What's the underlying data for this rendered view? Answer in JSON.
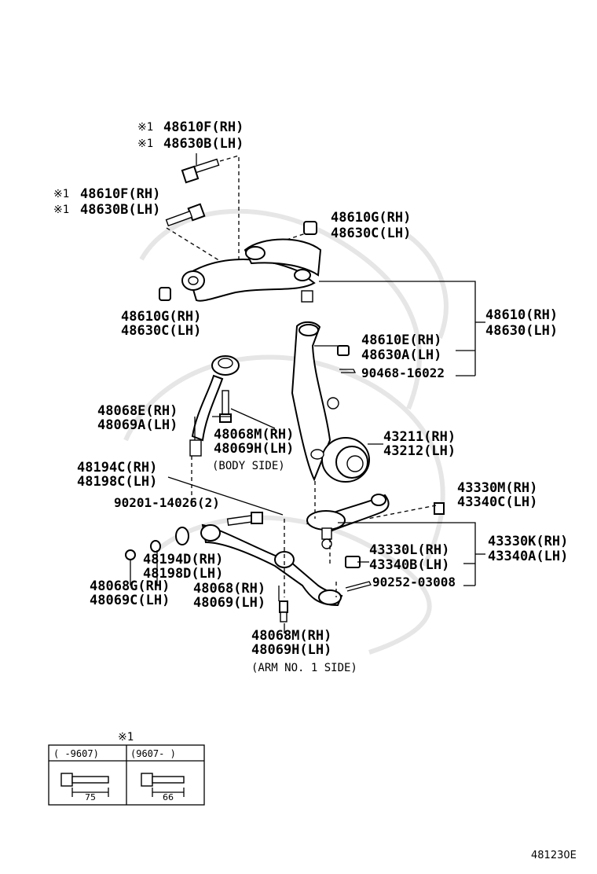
{
  "labels": {
    "bolt_a_note": "※1",
    "bolt_a_rh": "48610F(RH)",
    "bolt_a_lh": "48630B(LH)",
    "bolt_b_note": "※1",
    "bolt_b_rh": "48610F(RH)",
    "bolt_b_lh": "48630B(LH)",
    "bushing_top_rh": "48610G(RH)",
    "bushing_top_lh": "48630C(LH)",
    "bushing_bot_rh": "48610G(RH)",
    "bushing_bot_lh": "48630C(LH)",
    "nut_rh": "48610E(RH)",
    "nut_lh": "48630A(LH)",
    "cotter_pin": "90468-16022",
    "upper_arm_rh": "48610(RH)",
    "upper_arm_lh": "48630(LH)",
    "knuckle_rh": "43211(RH)",
    "knuckle_lh": "43212(LH)",
    "strut_rh": "48068E(RH)",
    "strut_lh": "48069A(LH)",
    "bolt_c_rh": "48068M(RH)",
    "bolt_c_lh": "48069H(LH)",
    "body_side": "(BODY SIDE)",
    "cushion_rh": "48194C(RH)",
    "cushion_lh": "48198C(LH)",
    "bolt_qty": "90201-14026(2)",
    "bolt_d_rh": "43330M(RH)",
    "bolt_d_lh": "43340C(LH)",
    "ball_joint_rh": "43330K(RH)",
    "ball_joint_lh": "43340A(LH)",
    "nut_b_rh": "43330L(RH)",
    "nut_b_lh": "43340B(LH)",
    "cotter_pin_b": "90252-03008",
    "cushion2_rh": "48194D(RH)",
    "cushion2_lh": "48198D(LH)",
    "nut_c_rh": "48068G(RH)",
    "nut_c_lh": "48069C(LH)",
    "lower_arm_rh": "48068(RH)",
    "lower_arm_lh": "48069(LH)",
    "bolt_e_rh": "48068M(RH)",
    "bolt_e_lh": "48069H(LH)",
    "arm_side": "(ARM NO. 1 SIDE)"
  },
  "legend": {
    "note": "※1",
    "col1": "(     -9607)",
    "col2": "(9607-     )",
    "len1": "75",
    "len2": "66"
  },
  "diagram_code": "481230E"
}
